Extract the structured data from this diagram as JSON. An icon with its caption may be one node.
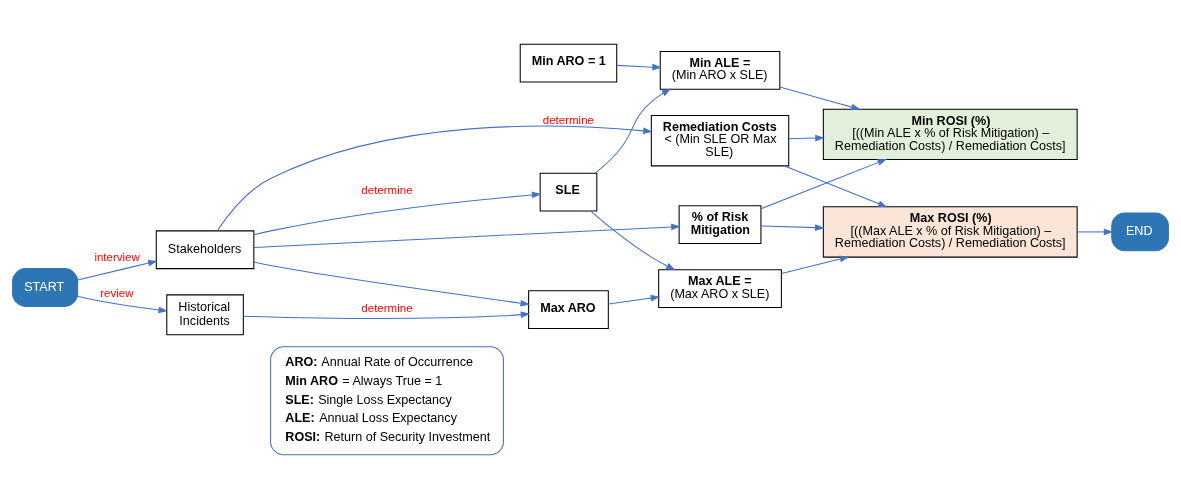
{
  "diagram": {
    "nodes": [
      {
        "text": [
          "START"
        ]
      },
      {
        "text": [
          "Stakeholders"
        ]
      },
      {
        "text": [
          "Historical Incidents"
        ]
      },
      {
        "text": [
          "SLE"
        ]
      },
      {
        "text": [
          "Min ARO = 1"
        ]
      },
      {
        "text": [
          "Max ARO"
        ]
      },
      {
        "text": [
          "Min ALE =",
          "(Min ARO x SLE)"
        ]
      },
      {
        "text": [
          "Max ALE =",
          "(Max ARO x SLE)"
        ]
      },
      {
        "text": [
          "Remediation Costs",
          "< (Min SLE OR Max SLE)"
        ]
      },
      {
        "text": [
          "% of Risk Mitigation"
        ]
      },
      {
        "text": [
          "Min ROSI (%)",
          "[((Min ALE x % of Risk Mitigation) – Remediation Costs) / Remediation Costs]"
        ]
      },
      {
        "text": [
          "Max ROSI (%)",
          "[((Max ALE x % of Risk Mitigation) – Remediation Costs) / Remediation Costs]"
        ]
      },
      {
        "text": [
          "END"
        ]
      }
    ],
    "edges": [
      {
        "from": 0,
        "to": 1,
        "arrow": "to",
        "label": "interview"
      },
      {
        "from": 0,
        "to": 2,
        "arrow": "to",
        "label": "review"
      },
      {
        "from": 1,
        "to": 3,
        "arrow": "to",
        "label": "determine"
      },
      {
        "from": 1,
        "to": 8,
        "arrow": "to",
        "label": "determine"
      },
      {
        "from": 1,
        "to": 9,
        "arrow": "to"
      },
      {
        "from": 1,
        "to": 5,
        "arrow": "to"
      },
      {
        "from": 2,
        "to": 5,
        "arrow": "to",
        "label": "determine"
      },
      {
        "from": 3,
        "to": 6,
        "arrow": "to"
      },
      {
        "from": 4,
        "to": 6,
        "arrow": "to"
      },
      {
        "from": 3,
        "to": 7,
        "arrow": "to"
      },
      {
        "from": 5,
        "to": 7,
        "arrow": "to"
      },
      {
        "from": 6,
        "to": 10,
        "arrow": "to"
      },
      {
        "from": 8,
        "to": 10,
        "arrow": "to"
      },
      {
        "from": 9,
        "to": 10,
        "arrow": "to"
      },
      {
        "from": 7,
        "to": 11,
        "arrow": "to"
      },
      {
        "from": 8,
        "to": 11,
        "arrow": "to"
      },
      {
        "from": 9,
        "to": 11,
        "arrow": "to"
      },
      {
        "from": 11,
        "to": 12,
        "arrow": "to"
      }
    ],
    "labels": [
      "**ARO:** Annual Rate of Occurrence",
      "**Min ARO** = Always True = 1",
      "**SLE:** Single Loss Expectancy",
      "**ALE:** Annual Loss Expectancy",
      "**ROSI:** Return of Security Investment"
    ]
  }
}
